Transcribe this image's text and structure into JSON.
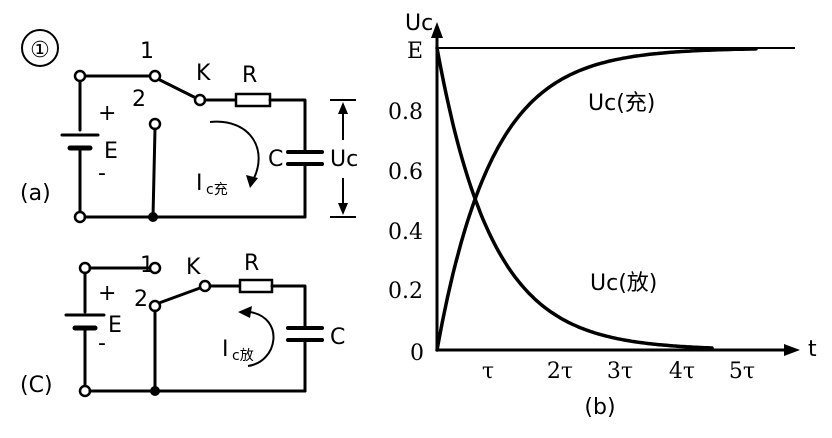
{
  "figure_number": "①",
  "circuit_a": {
    "tag": "(a)",
    "switch_label": "K",
    "pos1": "1",
    "pos2": "2",
    "resistor": "R",
    "capacitor": "C",
    "source": "E",
    "plus": "+",
    "minus": "-",
    "current": "I",
    "current_sub": "c充",
    "voltage": "Uc"
  },
  "circuit_c": {
    "tag": "(C)",
    "switch_label": "K",
    "pos1": "1",
    "pos2": "2",
    "resistor": "R",
    "capacitor": "C",
    "source": "E",
    "plus": "+",
    "minus": "-",
    "current": "I",
    "current_sub": "c放"
  },
  "graph": {
    "tag": "(b)",
    "y_axis_label": "Uc",
    "x_axis_label": "t",
    "y_ticks": [
      "E",
      "0.8",
      "0.6",
      "0.4",
      "0.2",
      "0"
    ],
    "x_ticks": [
      "τ",
      "2τ",
      "3τ",
      "4τ",
      "5τ"
    ],
    "charge_label": "Uc(充)",
    "discharge_label": "Uc(放)"
  },
  "chart_data": {
    "type": "line",
    "xlim": [
      0,
      5.8
    ],
    "ylim": [
      0,
      1
    ],
    "series": [
      {
        "name": "Uc(充)",
        "x": [
          0,
          0.5,
          1,
          1.5,
          2,
          3,
          4,
          5,
          5.8
        ],
        "y": [
          0,
          0.39,
          0.63,
          0.78,
          0.86,
          0.95,
          0.98,
          0.99,
          1.0
        ]
      },
      {
        "name": "Uc(放)",
        "x": [
          0,
          0.5,
          1,
          1.5,
          2,
          3,
          4,
          5
        ],
        "y": [
          1.0,
          0.61,
          0.37,
          0.22,
          0.14,
          0.05,
          0.02,
          0.01
        ]
      }
    ]
  }
}
